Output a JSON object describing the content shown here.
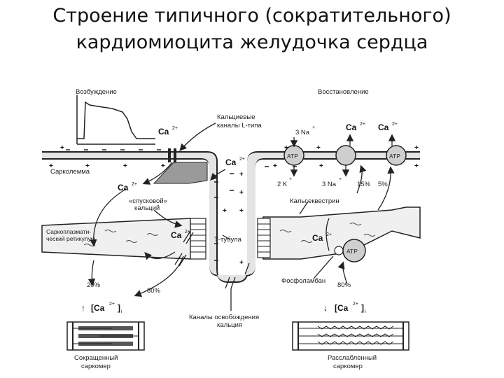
{
  "title": {
    "line1": "Строение типичного (сократительного)",
    "line2": "кардиомиоцита желудочка сердца"
  },
  "labels": {
    "excitation": "Возбуждение",
    "recovery": "Восстановление",
    "l_channels_1": "Кальциевые",
    "l_channels_2": "каналы L-типа",
    "sarcolemma": "Сарколемма",
    "trigger_1": "«спусковой»",
    "trigger_2": "кальций",
    "sr_1": "Саркоплазмати-",
    "sr_2": "ческий ретикулум",
    "t_tubule": "Т-тубула",
    "calsequestrin": "Кальсеквестрин",
    "phospholamban": "Фосфоламбан",
    "release_1": "Каналы освобождения",
    "release_2": "кальция",
    "contracted_1": "Сокращенный",
    "contracted_2": "саркомер",
    "relaxed_1": "Расслабленный",
    "relaxed_2": "саркомер"
  },
  "ions": {
    "ca": "Ca",
    "ca_charge": "2+",
    "na3_a": "3 Na",
    "na3_b": "3 Na",
    "k2": "2 K",
    "plus": "+",
    "atp": "ATP",
    "ca_conc": "[Ca",
    "ca_conc_close": "]",
    "ca_conc_sub": "i"
  },
  "percentages": {
    "p15": "15%",
    "p5": "5%",
    "p20": "20%",
    "p80_left": "80%",
    "p80_right": "80%"
  },
  "arrows": {
    "up": "↑",
    "down": "↓"
  }
}
